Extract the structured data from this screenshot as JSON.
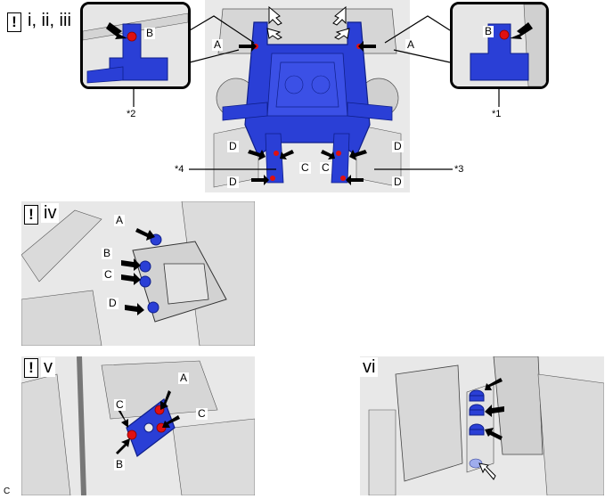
{
  "step_labels": {
    "top": "i, ii, iii",
    "iv": "iv",
    "v": "v",
    "vi": "vi"
  },
  "warning_symbol": "!",
  "callouts": {
    "a": "A",
    "b": "B",
    "c": "C",
    "d": "D"
  },
  "refs": {
    "r1": "*1",
    "r2": "*2",
    "r3": "*3",
    "r4": "*4"
  },
  "figure_code": "C",
  "colors": {
    "part_blue": "#2a3fd6",
    "bolt_red": "#e01010",
    "background_gray": "#e8e8e8"
  }
}
